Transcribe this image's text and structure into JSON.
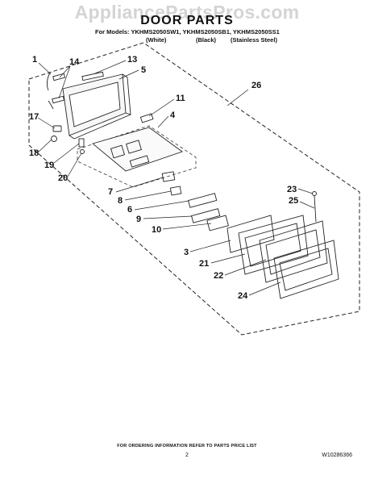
{
  "watermark": "AppliancePartsPros.com",
  "title": "DOOR PARTS",
  "models_line": "For Models: YKHMS2050SW1, YKHMS2050SB1, YKHMS2050SS1",
  "variants": [
    "(White)",
    "(Black)",
    "(Stainless Steel)"
  ],
  "callouts": [
    "1",
    "14",
    "13",
    "5",
    "26",
    "17",
    "11",
    "4",
    "18",
    "19",
    "20",
    "7",
    "8",
    "6",
    "9",
    "10",
    "3",
    "21",
    "22",
    "24",
    "23",
    "25"
  ],
  "footer": {
    "ordering_note": "FOR ORDERING INFORMATION REFER TO PARTS PRICE LIST",
    "page_number": "2",
    "doc_number": "W10286366"
  }
}
